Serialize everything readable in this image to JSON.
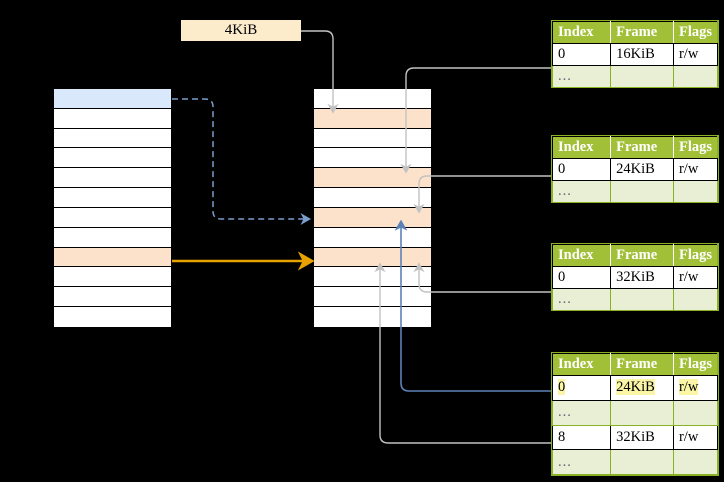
{
  "diagram": {
    "title": "page-table-walk",
    "size_label": {
      "text": "4KiB"
    },
    "colors": {
      "background": "#000000",
      "table_header": "#a2c037",
      "table_alt_row": "#e9efd5",
      "highlight_yellow": "#fbf6a5",
      "cell_peach": "#fde2cb",
      "cell_blue": "#d9e8fb",
      "arrow_orange": "#e8a200",
      "arrow_blue": "#5b82b8",
      "arrow_grey": "#c0c0c0"
    },
    "left_memory": {
      "name": "virtual-address-space",
      "row_count": 12,
      "rows": [
        {
          "fill": "blue",
          "label": ""
        },
        {
          "fill": "white",
          "label": ""
        },
        {
          "fill": "white",
          "label": ""
        },
        {
          "fill": "white",
          "label": ""
        },
        {
          "fill": "white",
          "label": ""
        },
        {
          "fill": "white",
          "label": ""
        },
        {
          "fill": "white",
          "label": ""
        },
        {
          "fill": "white",
          "label": ""
        },
        {
          "fill": "peach",
          "label": ""
        },
        {
          "fill": "white",
          "label": ""
        },
        {
          "fill": "white",
          "label": ""
        },
        {
          "fill": "white",
          "label": ""
        }
      ]
    },
    "middle_memory": {
      "name": "physical-memory",
      "row_count": 12,
      "rows": [
        {
          "fill": "white",
          "label": ""
        },
        {
          "fill": "peach",
          "label": ""
        },
        {
          "fill": "white",
          "label": ""
        },
        {
          "fill": "white",
          "label": ""
        },
        {
          "fill": "peach",
          "label": ""
        },
        {
          "fill": "white",
          "label": ""
        },
        {
          "fill": "peach",
          "label": ""
        },
        {
          "fill": "white",
          "label": ""
        },
        {
          "fill": "peach",
          "label": ""
        },
        {
          "fill": "white",
          "label": ""
        },
        {
          "fill": "white",
          "label": ""
        },
        {
          "fill": "white",
          "label": ""
        }
      ]
    },
    "page_tables": [
      {
        "name": "page-table-level-1",
        "headers": [
          "Index",
          "Frame",
          "Flags"
        ],
        "rows": [
          {
            "kind": "data",
            "index": "0",
            "frame": "16KiB",
            "flags": "r/w",
            "highlight": []
          },
          {
            "kind": "alt",
            "index": "...",
            "frame": "",
            "flags": "",
            "highlight": []
          }
        ]
      },
      {
        "name": "page-table-level-2",
        "headers": [
          "Index",
          "Frame",
          "Flags"
        ],
        "rows": [
          {
            "kind": "data",
            "index": "0",
            "frame": "24KiB",
            "flags": "r/w",
            "highlight": []
          },
          {
            "kind": "alt",
            "index": "...",
            "frame": "",
            "flags": "",
            "highlight": []
          }
        ]
      },
      {
        "name": "page-table-level-3",
        "headers": [
          "Index",
          "Frame",
          "Flags"
        ],
        "rows": [
          {
            "kind": "data",
            "index": "0",
            "frame": "32KiB",
            "flags": "r/w",
            "highlight": []
          },
          {
            "kind": "alt",
            "index": "...",
            "frame": "",
            "flags": "",
            "highlight": []
          }
        ]
      },
      {
        "name": "page-table-level-4",
        "headers": [
          "Index",
          "Frame",
          "Flags"
        ],
        "rows": [
          {
            "kind": "data",
            "index": "0",
            "frame": "24KiB",
            "flags": "r/w",
            "highlight": [
              "index",
              "frame",
              "flags"
            ]
          },
          {
            "kind": "alt",
            "index": "...",
            "frame": "",
            "flags": "",
            "highlight": []
          },
          {
            "kind": "data",
            "index": "8",
            "frame": "32KiB",
            "flags": "r/w",
            "highlight": []
          },
          {
            "kind": "alt",
            "index": "...",
            "frame": "",
            "flags": "",
            "highlight": []
          }
        ]
      }
    ]
  }
}
